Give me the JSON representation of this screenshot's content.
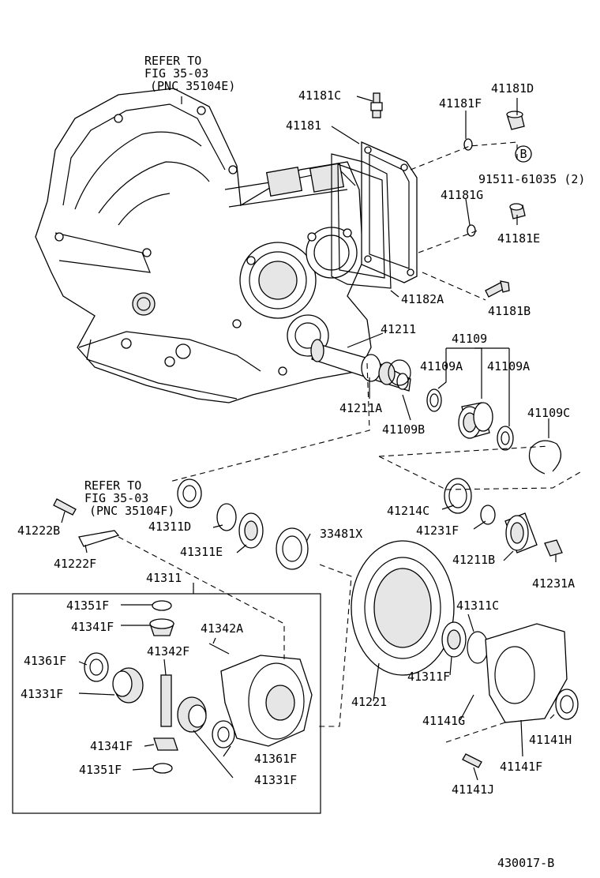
{
  "diagram_id": "430017-B",
  "refer_top": {
    "line1": "REFER TO",
    "line2": "FIG 35-03",
    "line3": "(PNC 35104E)"
  },
  "refer_mid": {
    "line1": "REFER TO",
    "line2": "FIG 35-03",
    "line3": "(PNC 35104F)"
  },
  "circle_b": "B",
  "labels": {
    "p41181C": "41181C",
    "p41181D": "41181D",
    "p41181F": "41181F",
    "p41181": "41181",
    "p91511": "91511-61035 (2)",
    "p41181G": "41181G",
    "p41181E": "41181E",
    "p41182A": "41182A",
    "p41181B": "41181B",
    "p41211": "41211",
    "p41109": "41109",
    "p41109A_1": "41109A",
    "p41109A_2": "41109A",
    "p41211A": "41211A",
    "p41109B": "41109B",
    "p41109C": "41109C",
    "p41214C": "41214C",
    "p41231F": "41231F",
    "p41222B": "41222B",
    "p41311D": "41311D",
    "p33481X": "33481X",
    "p41311E": "41311E",
    "p41211B": "41211B",
    "p41231A": "41231A",
    "p41222F": "41222F",
    "p41311": "41311",
    "p41351F_1": "41351F",
    "p41341F_1": "41341F",
    "p41342A": "41342A",
    "p41311C": "41311C",
    "p41342F": "41342F",
    "p41361F_1": "41361F",
    "p41331F_1": "41331F",
    "p41311F": "41311F",
    "p41221": "41221",
    "p41141G": "41141G",
    "p41141H": "41141H",
    "p41341F_2": "41341F",
    "p41361F_2": "41361F",
    "p41351F_2": "41351F",
    "p41331F_2": "41331F",
    "p41141F": "41141F",
    "p41141J": "41141J"
  }
}
